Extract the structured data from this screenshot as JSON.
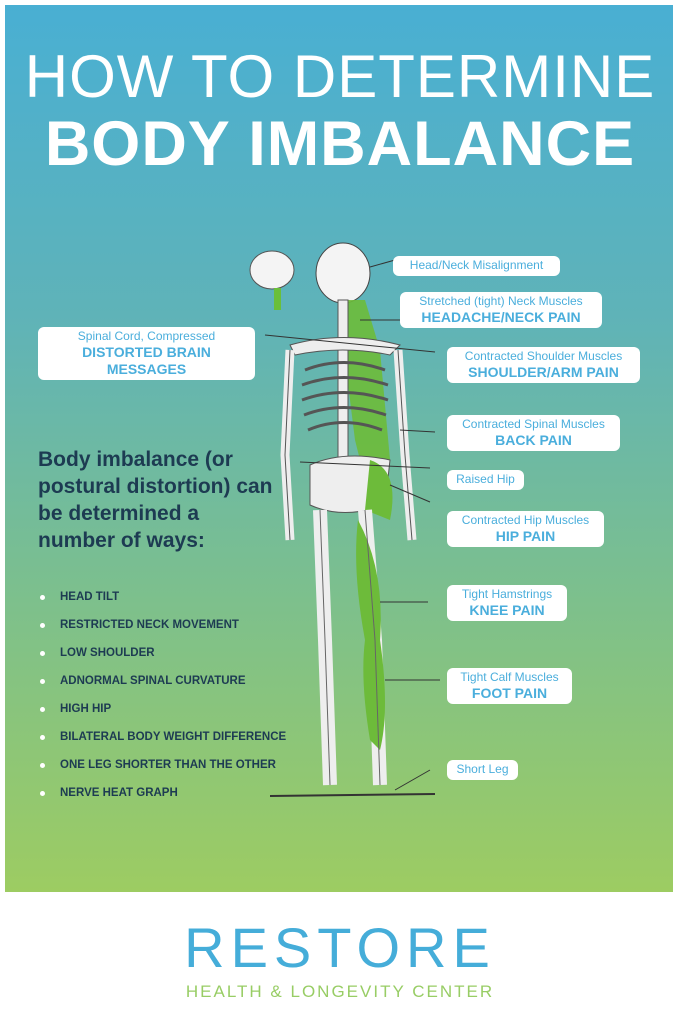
{
  "title": {
    "line1": "HOW TO DETERMINE",
    "line2": "BODY IMBALANCE"
  },
  "labels": [
    {
      "small": "Head/Neck Misalignment"
    },
    {
      "small": "Stretched (tight) Neck Muscles",
      "big": "HEADACHE/NECK PAIN"
    },
    {
      "small": "Spinal Cord, Compressed",
      "big": "DISTORTED BRAIN MESSAGES"
    },
    {
      "small": "Contracted Shoulder Muscles",
      "big": "SHOULDER/ARM PAIN"
    },
    {
      "small": "Contracted Spinal Muscles",
      "big": "BACK PAIN"
    },
    {
      "small": "Raised Hip"
    },
    {
      "small": "Contracted Hip Muscles",
      "big": "HIP PAIN"
    },
    {
      "small": "Tight Hamstrings",
      "big": "KNEE PAIN"
    },
    {
      "small": "Tight Calf Muscles",
      "big": "FOOT PAIN"
    },
    {
      "small": "Short Leg"
    }
  ],
  "intro": "Body imbalance (or postural distortion) can be determined a number of ways:",
  "list": [
    "HEAD TILT",
    "RESTRICTED NECK MOVEMENT",
    "LOW SHOULDER",
    "ADNORMAL SPINAL CURVATURE",
    "HIGH HIP",
    "BILATERAL BODY WEIGHT DIFFERENCE",
    "ONE LEG SHORTER THAN THE OTHER",
    "NERVE HEAT GRAPH"
  ],
  "logo": {
    "name": "RESTORE",
    "tagline": "HEALTH & LONGEVITY CENTER"
  },
  "colors": {
    "accent": "#4aaedc",
    "green": "#98cd65",
    "navy": "#1d3b52"
  }
}
